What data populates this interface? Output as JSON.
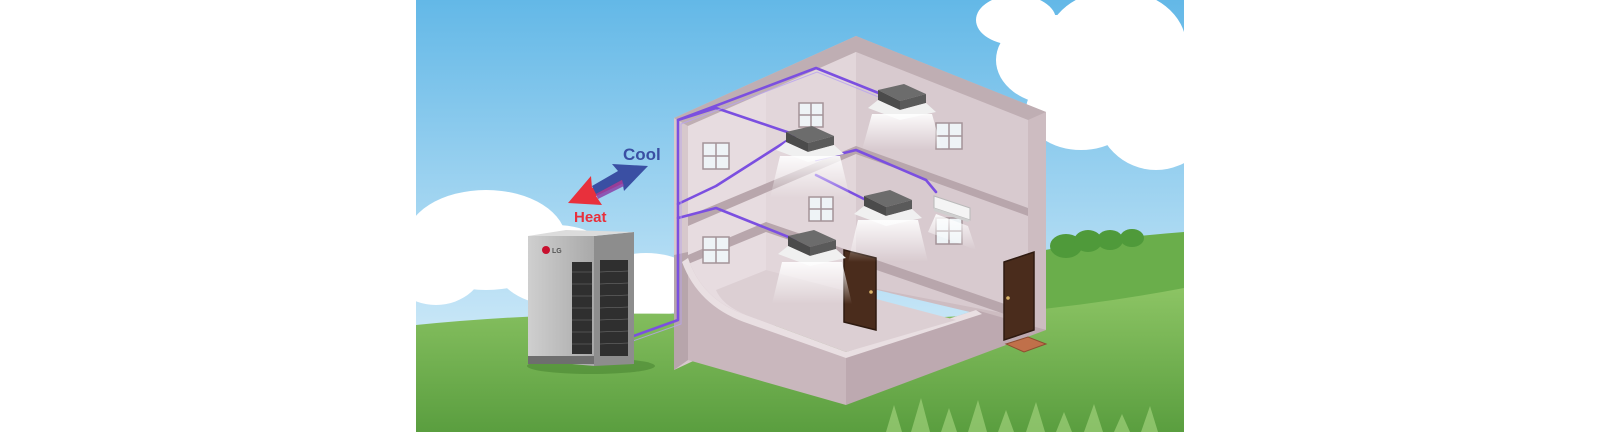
{
  "diagram": {
    "labels": {
      "cool": "Cool",
      "heat": "Heat"
    },
    "outdoor_unit": {
      "brand": "LG"
    },
    "colors": {
      "sky_top": "#5fb6e6",
      "sky_bottom": "#e6f4fb",
      "grass": "#7bb85a",
      "building_wall": "#d9c9cd",
      "pipe": "#7b4fe0",
      "cool_arrow": "#3a4fa3",
      "heat_arrow": "#e8303c",
      "door": "#4a2c1c"
    }
  }
}
